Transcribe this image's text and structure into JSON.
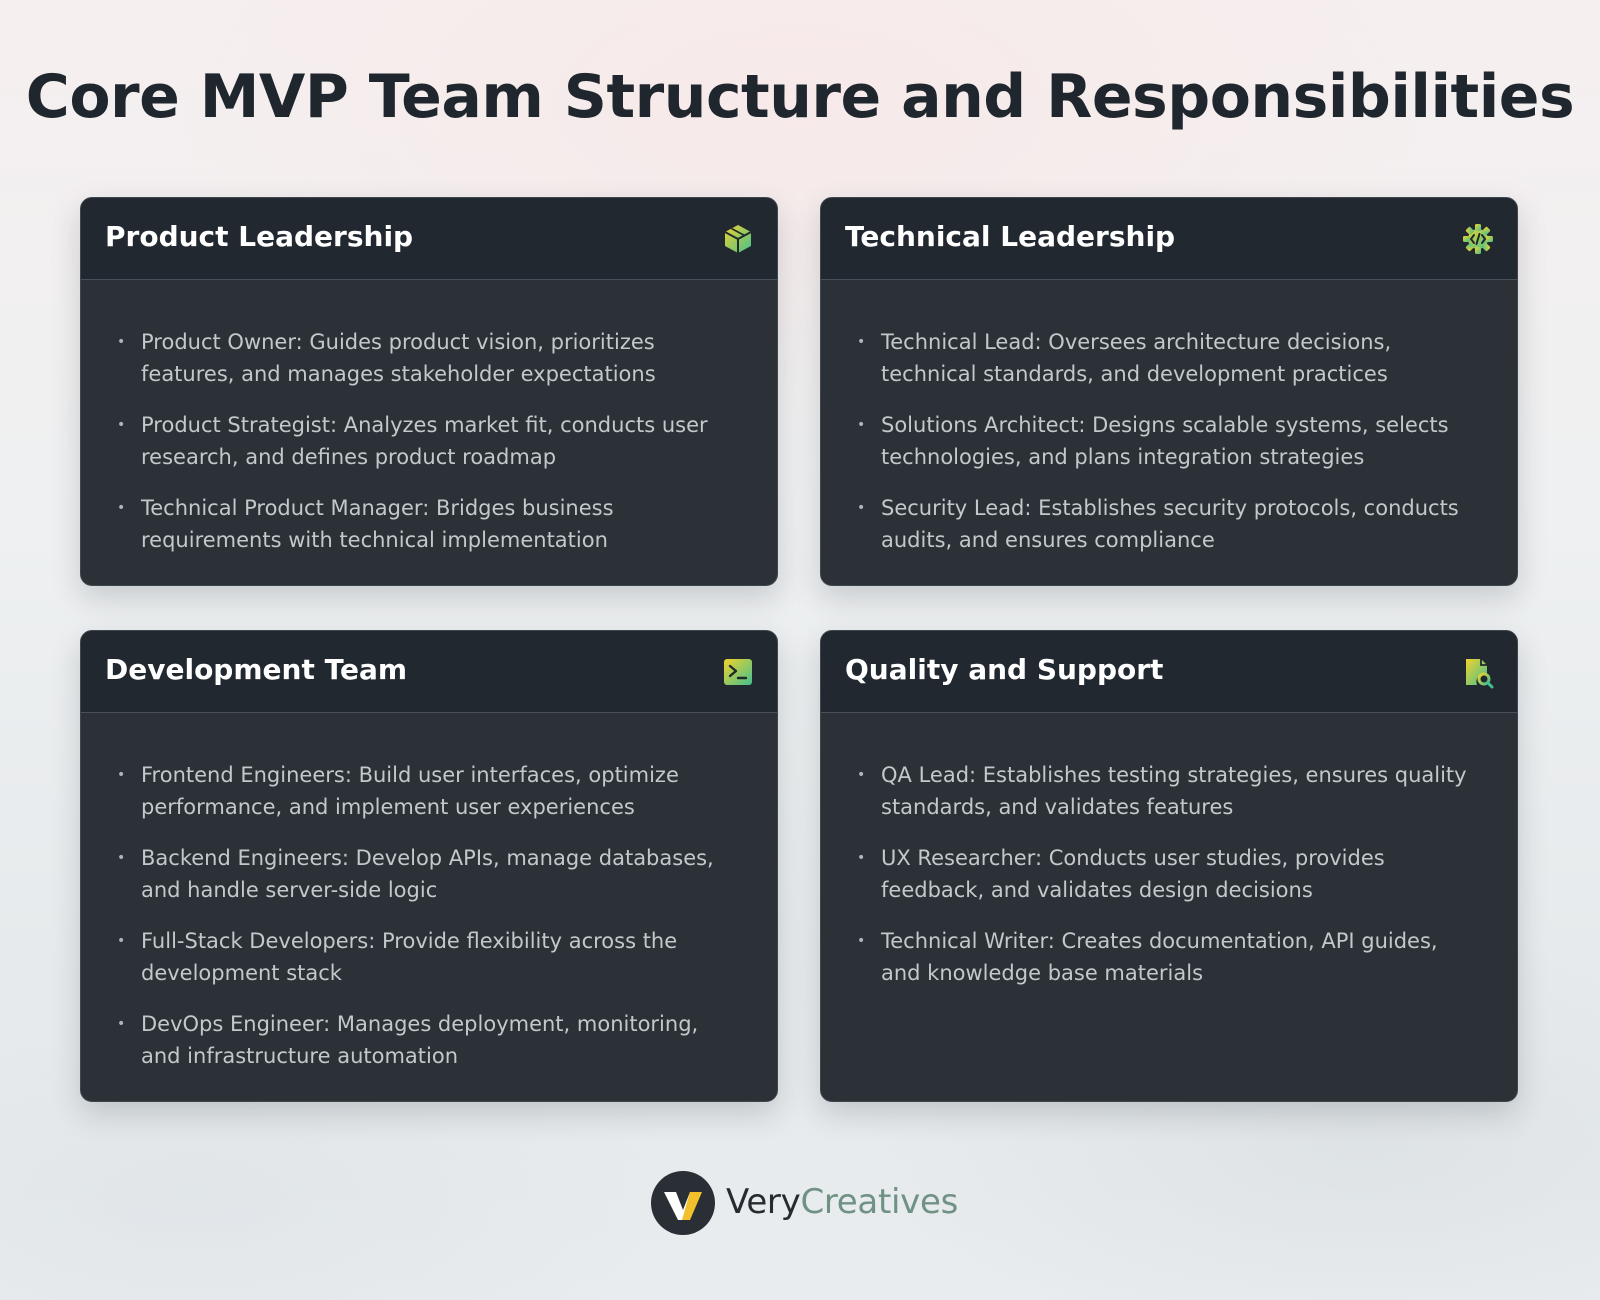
{
  "title": "Core MVP Team Structure and Responsibilities",
  "colors": {
    "card_background": "#2b3137",
    "header_background": "#212830",
    "accent_yellow": "#f2cf2e",
    "accent_green": "#4cc28c",
    "brand_green": "#6f9284"
  },
  "cards": [
    {
      "title": "Product Leadership",
      "icon": "cube-icon",
      "items": [
        "Product Owner: Guides product vision, prioritizes features, and manages stakeholder expectations",
        "Product Strategist: Analyzes market fit, conducts user research, and defines product roadmap",
        "Technical Product Manager: Bridges business requirements with technical implementation"
      ]
    },
    {
      "title": "Technical Leadership",
      "icon": "code-gear-icon",
      "items": [
        "Technical Lead: Oversees architecture decisions, technical standards, and development practices",
        "Solutions Architect: Designs scalable systems, selects technologies, and plans integration strategies",
        "Security Lead: Establishes security protocols, conducts audits, and ensures compliance"
      ]
    },
    {
      "title": "Development Team",
      "icon": "terminal-icon",
      "items": [
        "Frontend Engineers: Build user interfaces, optimize performance, and implement user experiences",
        "Backend Engineers: Develop APIs, manage databases, and handle server-side logic",
        "Full-Stack Developers: Provide flexibility across the development stack",
        "DevOps Engineer: Manages deployment, monitoring, and infrastructure automation"
      ]
    },
    {
      "title": "Quality and Support",
      "icon": "document-search-icon",
      "items": [
        "QA Lead: Establishes testing strategies, ensures quality standards, and validates features",
        "UX Researcher: Conducts user studies, provides feedback, and validates design decisions",
        "Technical Writer: Creates documentation, API guides, and knowledge base materials"
      ]
    }
  ],
  "footer": {
    "brand_first": "Very",
    "brand_second": "Creatives",
    "logo_icon": "verycreatives-logo-icon"
  }
}
